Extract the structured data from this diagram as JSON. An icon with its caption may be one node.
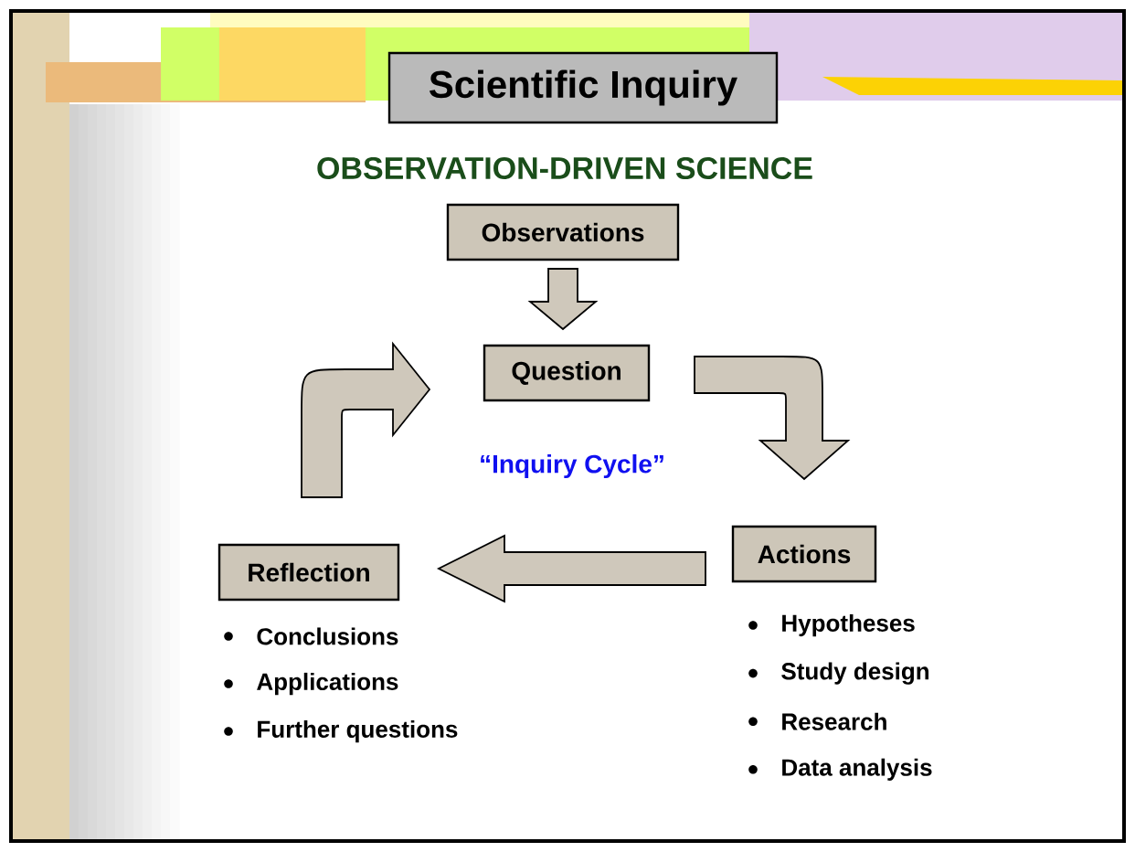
{
  "diagram": {
    "title": "Scientific Inquiry",
    "nodes": [
      {
        "text": [
          "Observations"
        ]
      },
      {
        "text": [
          "Question"
        ]
      },
      {
        "text": [
          "Actions"
        ],
        "beside": [
          "Hypotheses",
          "Study design",
          "Research",
          "Data analysis"
        ]
      },
      {
        "text": [
          "Reflection"
        ],
        "beside": [
          "Conclusions",
          "Applications",
          "Further questions"
        ]
      }
    ],
    "edges": [
      {
        "from": 0,
        "to": 1,
        "arrow": "to"
      },
      {
        "from": 1,
        "to": 2,
        "arrow": "to"
      },
      {
        "from": 2,
        "to": 3,
        "arrow": "to"
      },
      {
        "from": 3,
        "to": 1,
        "arrow": "to"
      }
    ],
    "labels": [
      "OBSERVATION-DRIVEN SCIENCE",
      "“Inquiry Cycle”"
    ]
  }
}
